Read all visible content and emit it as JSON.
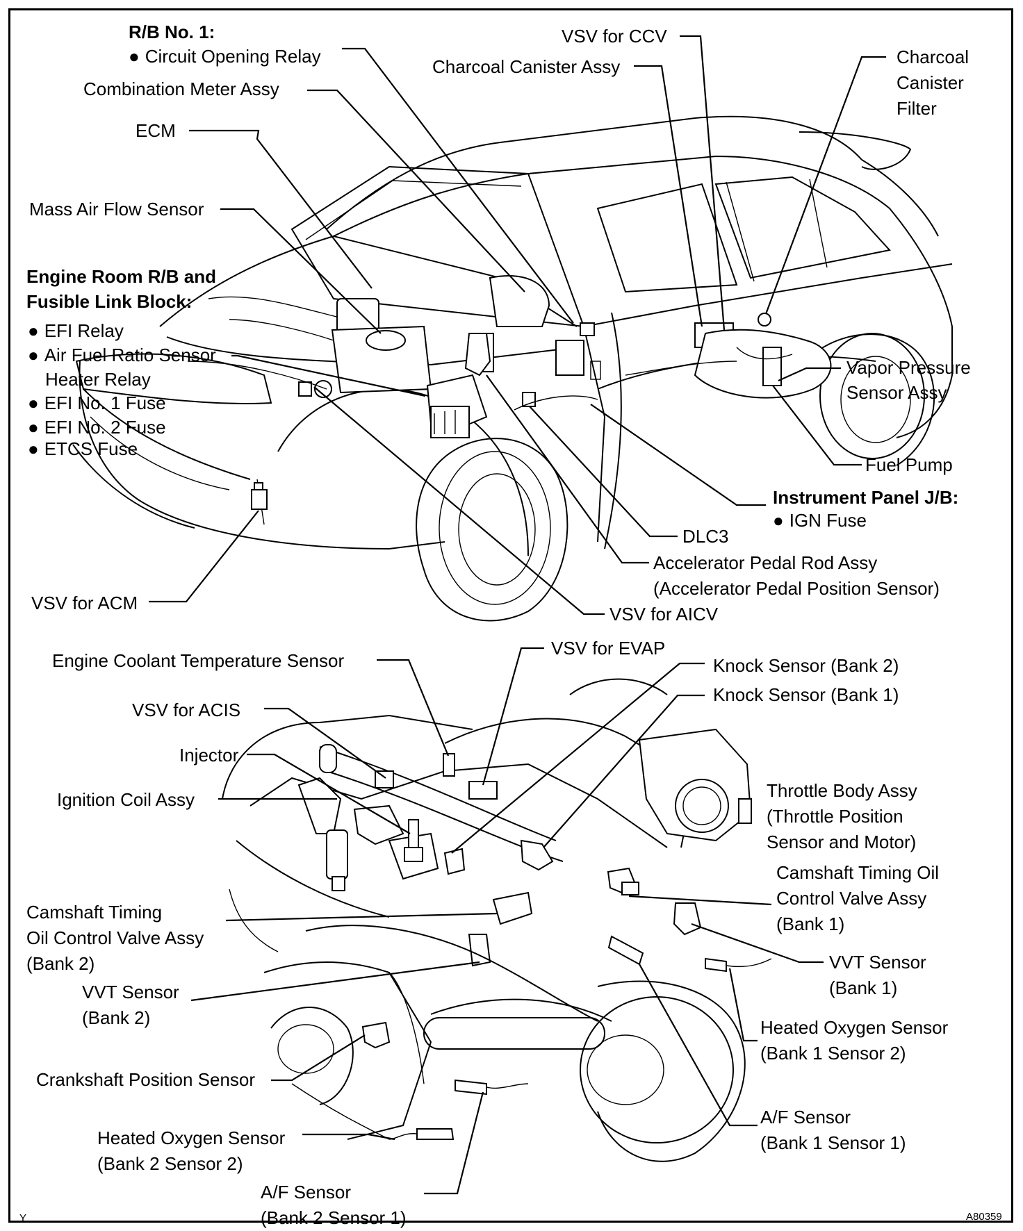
{
  "labels": {
    "rb_no1_title": "R/B No. 1:",
    "circuit_opening_relay": "Circuit Opening Relay",
    "combination_meter": "Combination Meter Assy",
    "ecm": "ECM",
    "maf": "Mass Air Flow Sensor",
    "engine_room_rb_1": "Engine Room R/B and",
    "engine_room_rb_2": "Fusible Link Block:",
    "efi_relay": "EFI Relay",
    "af_heater_1": "Air Fuel Ratio Sensor",
    "af_heater_2": "Heater Relay",
    "efi1": "EFI No. 1 Fuse",
    "efi2": "EFI No. 2 Fuse",
    "etcs": "ETCS Fuse",
    "vsv_acm": "VSV for ACM",
    "vsv_ccv": "VSV for CCV",
    "charcoal_assy": "Charcoal Canister Assy",
    "ccf_1": "Charcoal",
    "ccf_2": "Canister",
    "ccf_3": "Filter",
    "vapor_1": "Vapor Pressure",
    "vapor_2": "Sensor Assy",
    "fuel_pump": "Fuel Pump",
    "ip_jb": "Instrument Panel J/B:",
    "ign_fuse": "IGN Fuse",
    "dlc3": "DLC3",
    "accel_1": "Accelerator Pedal Rod Assy",
    "accel_2": "(Accelerator Pedal Position Sensor)",
    "vsv_aicv": "VSV for AICV",
    "ect": "Engine Coolant Temperature Sensor",
    "vsv_evap": "VSV for EVAP",
    "knock2": "Knock Sensor (Bank 2)",
    "knock1": "Knock Sensor (Bank 1)",
    "vsv_acis": "VSV for ACIS",
    "injector": "Injector",
    "ign_coil": "Ignition Coil Assy",
    "throttle_1": "Throttle Body Assy",
    "throttle_2": "(Throttle Position",
    "throttle_3": "Sensor and Motor)",
    "ocv1_1": "Camshaft Timing Oil",
    "ocv1_2": "Control Valve Assy",
    "ocv1_3": "(Bank 1)",
    "ocv2_1": "Camshaft Timing",
    "ocv2_2": "Oil Control Valve Assy",
    "ocv2_3": "(Bank 2)",
    "vvt1_1": "VVT Sensor",
    "vvt1_2": "(Bank 1)",
    "vvt2_1": "VVT Sensor",
    "vvt2_2": "(Bank 2)",
    "ho2_b1s2_1": "Heated Oxygen Sensor",
    "ho2_b1s2_2": "(Bank 1 Sensor 2)",
    "crank": "Crankshaft Position Sensor",
    "af_b1s1_1": "A/F Sensor",
    "af_b1s1_2": "(Bank 1 Sensor 1)",
    "ho2_b2s2_1": "Heated Oxygen Sensor",
    "ho2_b2s2_2": "(Bank 2 Sensor 2)",
    "af_b2s1_1": "A/F Sensor",
    "af_b2s1_2": "(Bank 2 Sensor 1)"
  },
  "corner": {
    "left": "Y",
    "right": "A80359"
  },
  "colors": {
    "ink": "#000000",
    "paper": "#ffffff"
  }
}
